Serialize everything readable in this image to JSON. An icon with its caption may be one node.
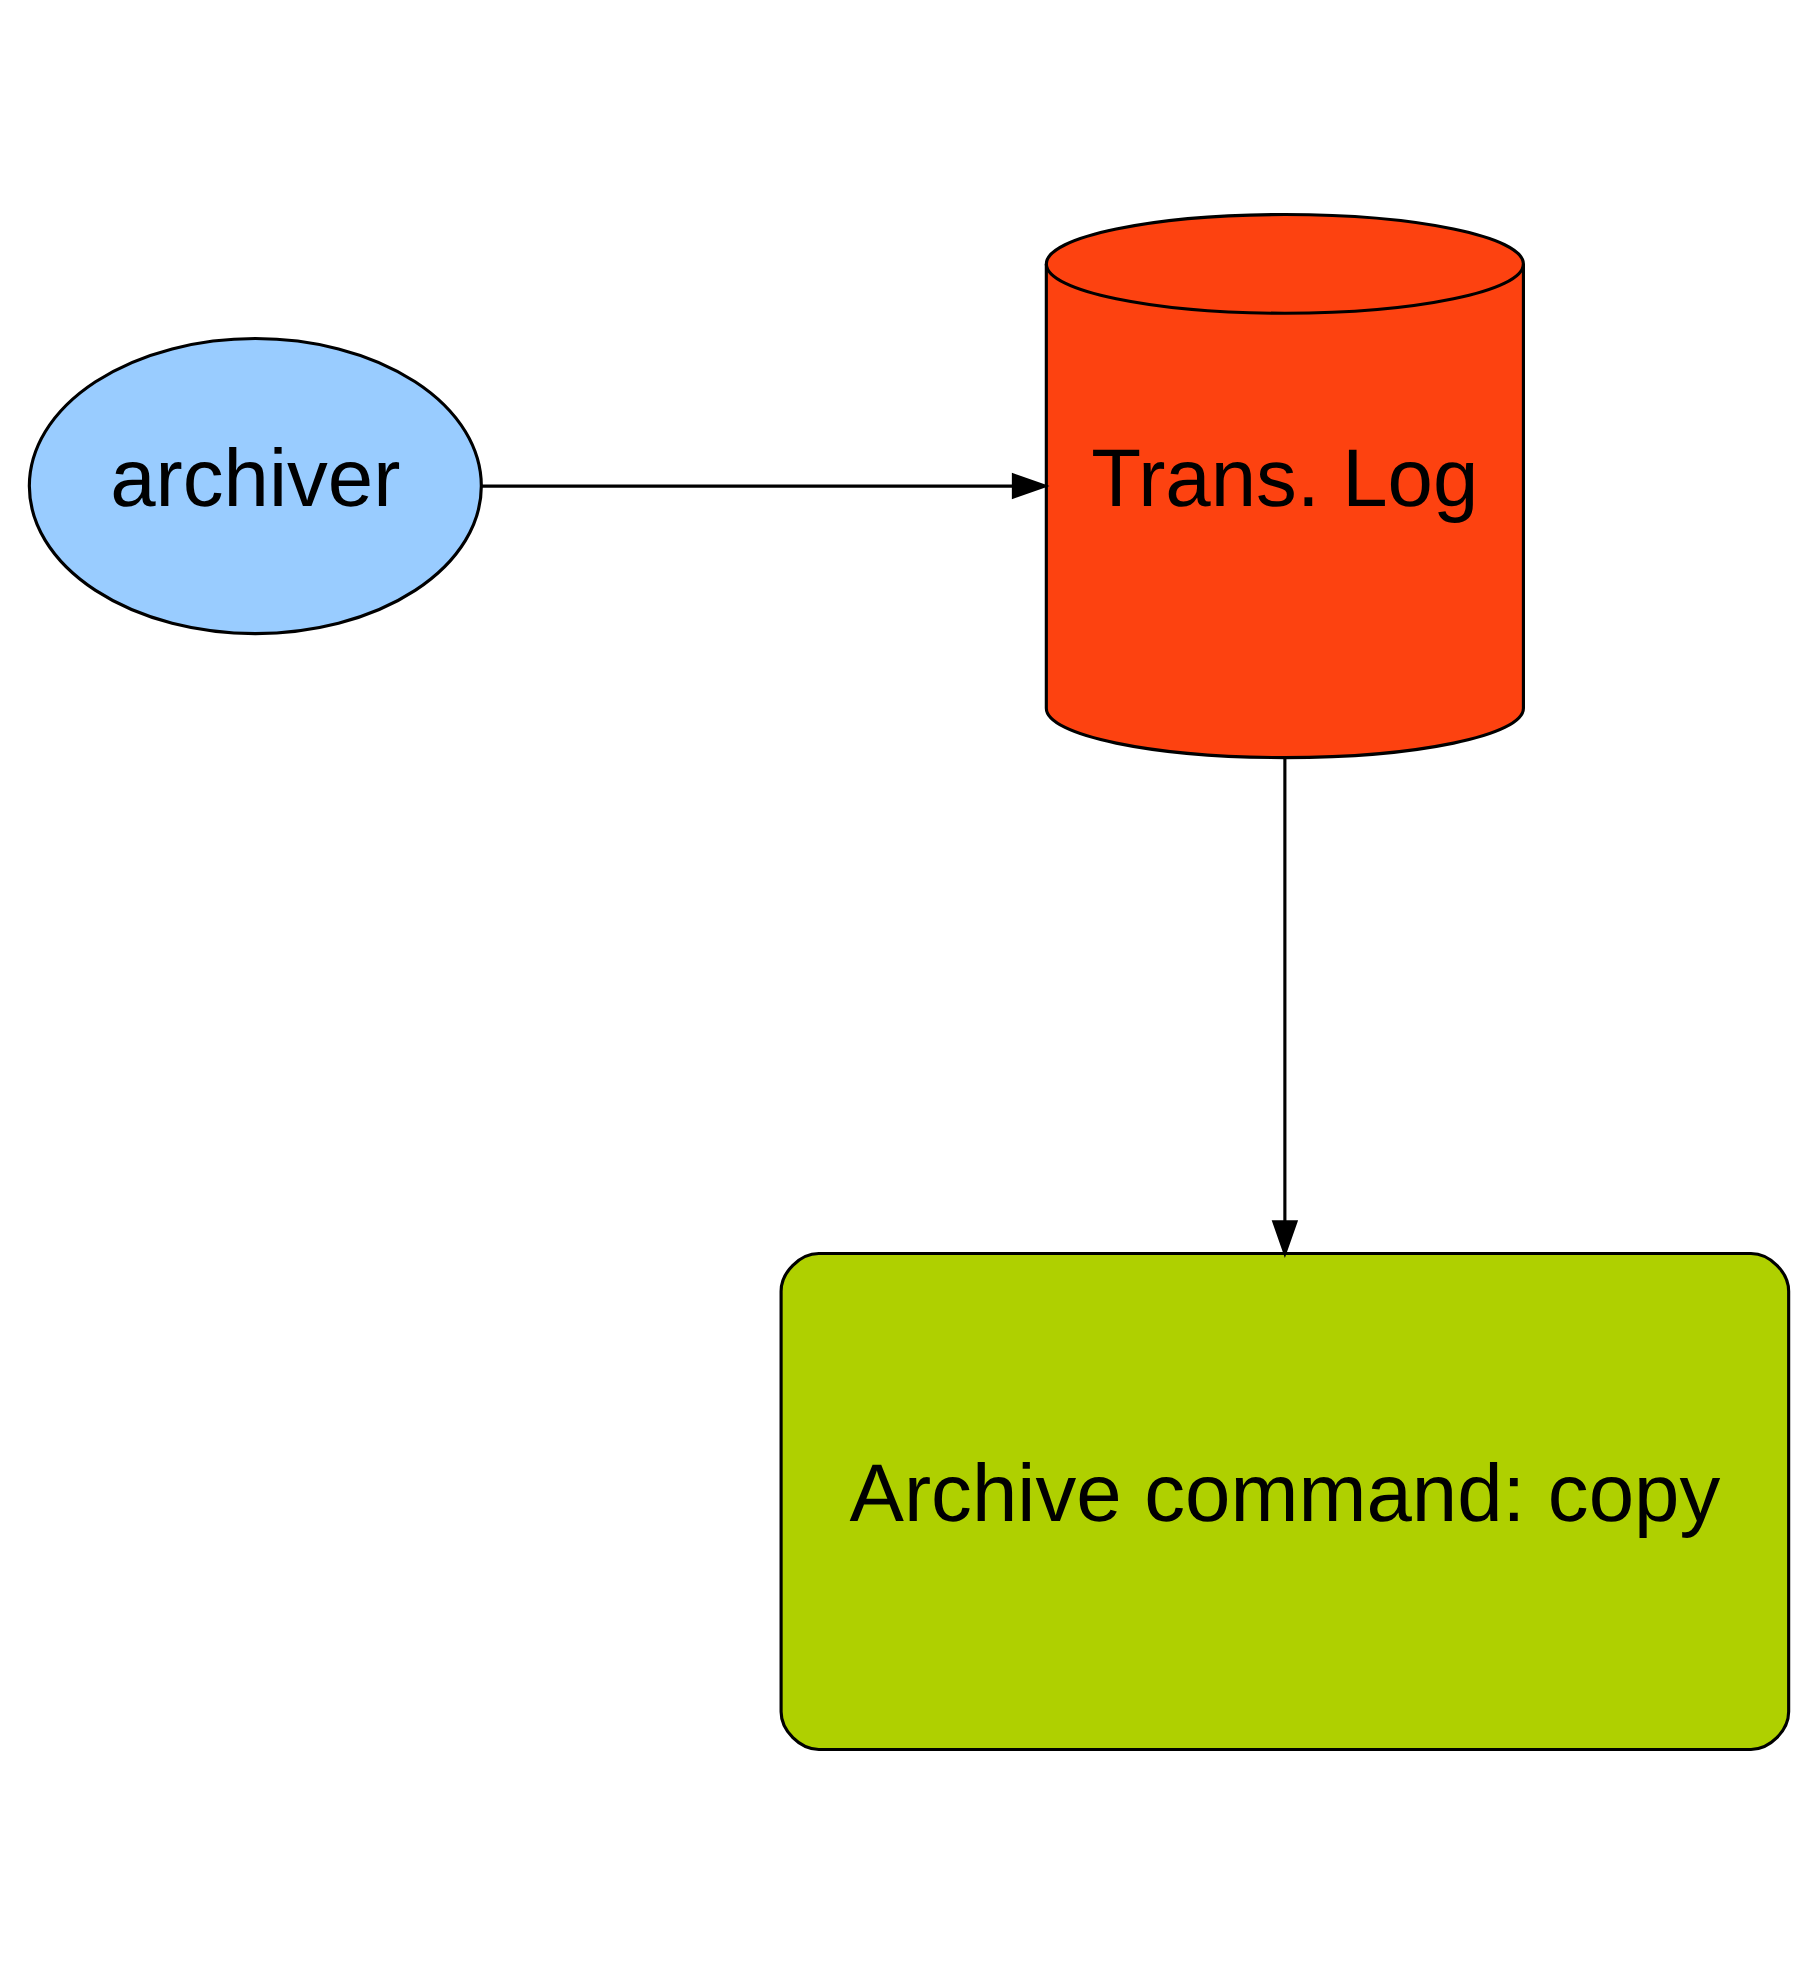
{
  "diagram": {
    "nodes": [
      {
        "text": [
          "Trans. Log"
        ]
      },
      {
        "text": [
          "archiver"
        ]
      },
      {
        "text": [
          "Archive command: copy"
        ]
      }
    ],
    "edges": [
      {
        "from": 1,
        "to": 0,
        "arrow": "to"
      },
      {
        "from": 0,
        "to": 2,
        "arrow": "to"
      }
    ]
  }
}
